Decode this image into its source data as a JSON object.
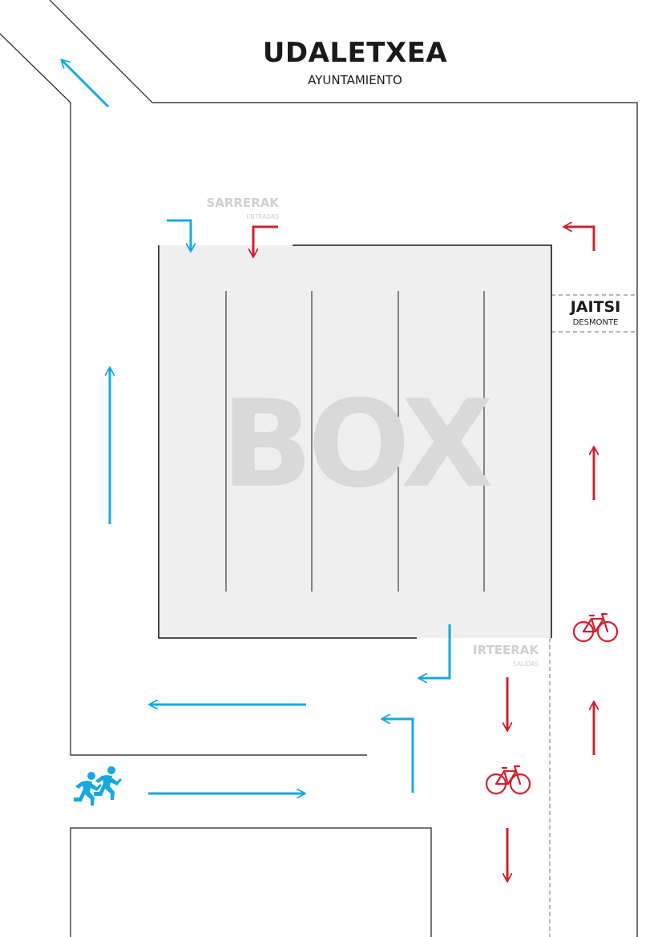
{
  "header": {
    "title": "UDALETXEA",
    "subtitle": "AYUNTAMIENTO"
  },
  "entries": {
    "label": "SARRERAK",
    "sublabel": "ENTRADAS"
  },
  "exits": {
    "label": "IRTEERAK",
    "sublabel": "SALIDAS"
  },
  "dismount": {
    "label": "JAITSI",
    "sublabel": "DESMONTE"
  },
  "zone": {
    "label": "BOX"
  },
  "colors": {
    "blue": "#16a9e1",
    "red": "#d0202e",
    "box_fill": "#efefef",
    "line": "#1a1a1a",
    "muted_text": "#cfcfcf"
  },
  "icons": [
    "runners-icon",
    "bicycle-icon",
    "arrow-icon"
  ]
}
